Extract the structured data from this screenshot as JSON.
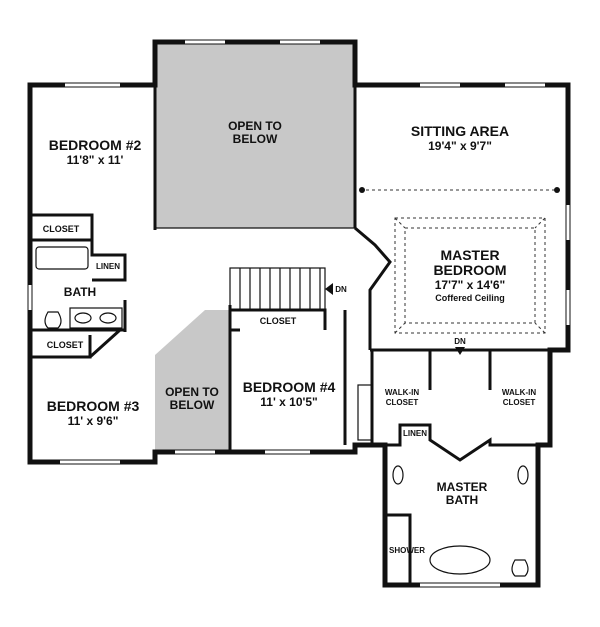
{
  "rooms": {
    "bedroom2": {
      "name": "BEDROOM #2",
      "dims": "11'8\" x 11'"
    },
    "open_to_below_top": {
      "line1": "OPEN TO",
      "line2": "BELOW"
    },
    "sitting_area": {
      "name": "SITTING AREA",
      "dims": "19'4\" x 9'7\""
    },
    "master_bedroom": {
      "line1": "MASTER",
      "line2": "BEDROOM",
      "dims": "17'7\" x 14'6\"",
      "note": "Coffered Ceiling"
    },
    "closet_upper": {
      "name": "CLOSET"
    },
    "linen_bath": {
      "name": "LINEN"
    },
    "bath": {
      "name": "BATH"
    },
    "closet_lower_left": {
      "name": "CLOSET"
    },
    "closet_middle": {
      "name": "CLOSET"
    },
    "bedroom3": {
      "name": "BEDROOM #3",
      "dims": "11' x 9'6\""
    },
    "open_to_below_bottom": {
      "line1": "OPEN TO",
      "line2": "BELOW"
    },
    "bedroom4": {
      "name": "BEDROOM #4",
      "dims": "11' x 10'5\""
    },
    "walkin_left": {
      "line1": "WALK-IN",
      "line2": "CLOSET"
    },
    "walkin_right": {
      "line1": "WALK-IN",
      "line2": "CLOSET"
    },
    "linen_master": {
      "name": "LINEN"
    },
    "master_bath": {
      "line1": "MASTER",
      "line2": "BATH"
    },
    "shower": {
      "name": "SHOWER"
    }
  },
  "markers": {
    "stair_down": "DN",
    "master_down": "DN"
  },
  "colors": {
    "wall": "#111111",
    "open_to_below_fill": "#c8c8c8",
    "background": "#ffffff"
  }
}
